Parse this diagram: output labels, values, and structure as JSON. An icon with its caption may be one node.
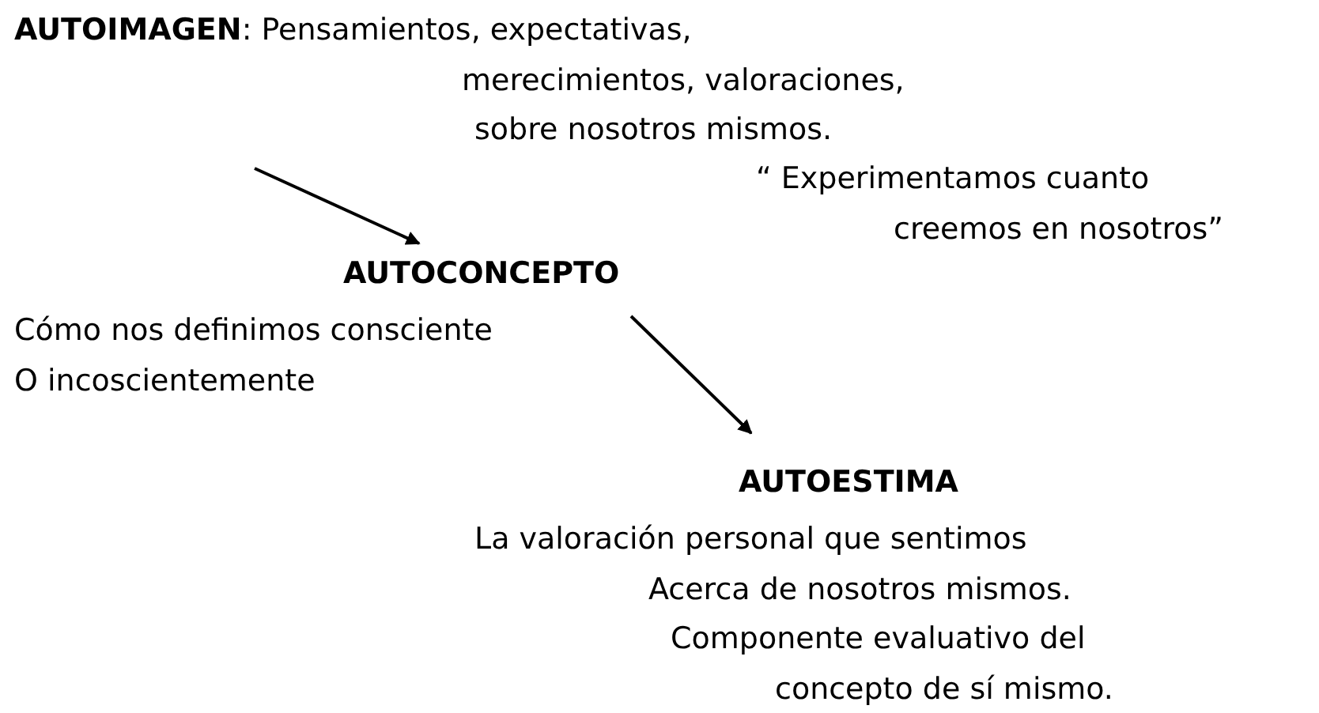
{
  "diagram": {
    "nodes": [
      {
        "text": [
          "**AUTOIMAGEN**: Pensamientos, expectativas, merecimientos, valoraciones, sobre nosotros mismos."
        ]
      },
      {
        "text": [
          "AUTOCONCEPTO",
          "Cómo nos definimos consciente O incoscientemente"
        ]
      },
      {
        "text": [
          "AUTOESTIMA",
          "La valoración personal que sentimos Acerca de nosotros mismos. Componente evaluativo del concepto de sí mismo."
        ]
      }
    ],
    "edges": [
      {
        "from": 0,
        "to": 1,
        "arrow": "to"
      },
      {
        "from": 1,
        "to": 2,
        "arrow": "to"
      }
    ],
    "labels": [
      "“ Experimentamos cuanto creemos en nosotros”"
    ]
  }
}
